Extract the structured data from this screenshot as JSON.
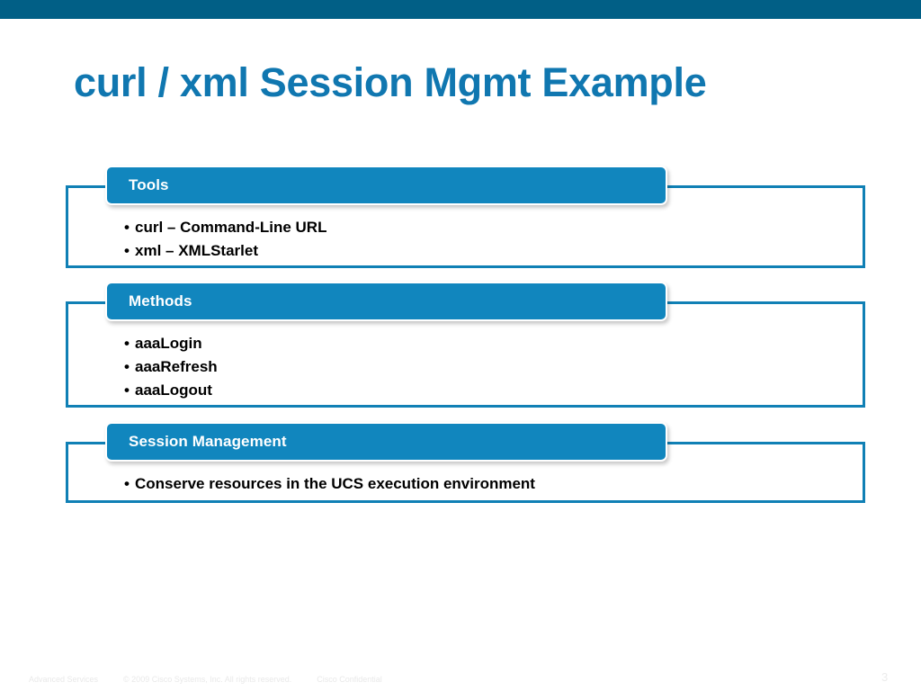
{
  "slide": {
    "title": "curl / xml Session Mgmt Example",
    "page_number": "3",
    "accent_color": "#015f86",
    "title_color": "#1077b0",
    "banner_color": "#1186be",
    "panel_border_color": "#1080b5"
  },
  "sections": [
    {
      "header": "Tools",
      "bullets": [
        "curl – Command-Line URL",
        "xml – XMLStarlet"
      ]
    },
    {
      "header": "Methods",
      "bullets": [
        "aaaLogin",
        "aaaRefresh",
        "aaaLogout"
      ]
    },
    {
      "header": "Session Management",
      "bullets": [
        "Conserve resources in the UCS execution environment"
      ]
    }
  ],
  "bullet_glyph": "•",
  "footer": {
    "unit": "Advanced Services",
    "copyright": "© 2009 Cisco Systems, Inc. All rights reserved.",
    "classification": "Cisco Confidential"
  }
}
